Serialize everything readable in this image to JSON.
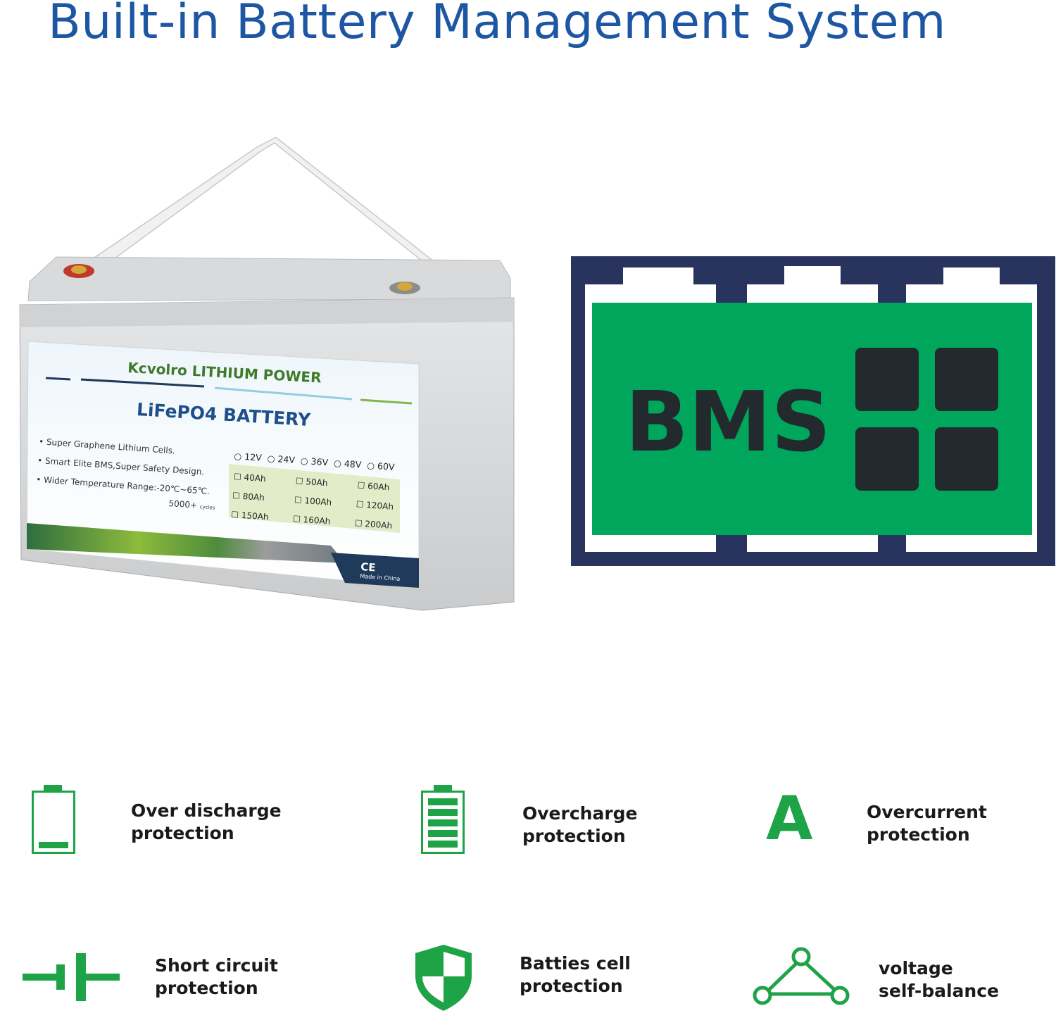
{
  "page": {
    "title": "Built-in Battery Management System"
  },
  "battery_label": {
    "brand": "Kcvolro LITHIUM POWER",
    "product": "LiFePO4 BATTERY",
    "bullets": [
      "Super Graphene Lithium Cells.",
      "Smart Elite BMS,Super Safety Design.",
      "Wider Temperature Range:-20℃~65℃."
    ],
    "cycles_value": "5000+",
    "cycles_unit": "cycles",
    "voltages": [
      "12V",
      "24V",
      "36V",
      "48V",
      "60V"
    ],
    "capacities": [
      "40Ah",
      "50Ah",
      "60Ah",
      "80Ah",
      "100Ah",
      "120Ah",
      "150Ah",
      "160Ah",
      "200Ah"
    ],
    "ce_mark": "CE",
    "made_in": "Made in China"
  },
  "bms_graphic": {
    "text": "BMS"
  },
  "features": [
    {
      "label": "Over discharge\nprotection",
      "icon": "battery-low-icon"
    },
    {
      "label": "Overcharge\nprotection",
      "icon": "battery-full-icon"
    },
    {
      "label": "Overcurrent\nprotection",
      "icon": "ampere-icon",
      "glyph": "A"
    },
    {
      "label": "Short circuit\nprotection",
      "icon": "capacitor-icon"
    },
    {
      "label": "Batties cell\nprotection",
      "icon": "shield-icon"
    },
    {
      "label": "voltage\nself-balance",
      "icon": "triangle-nodes-icon"
    }
  ],
  "colors": {
    "title_blue": "#1d56a2",
    "icon_green": "#1fa347",
    "bms_green": "#00a65c",
    "bms_navy": "#28335e",
    "cell_dark": "#222a2d"
  }
}
